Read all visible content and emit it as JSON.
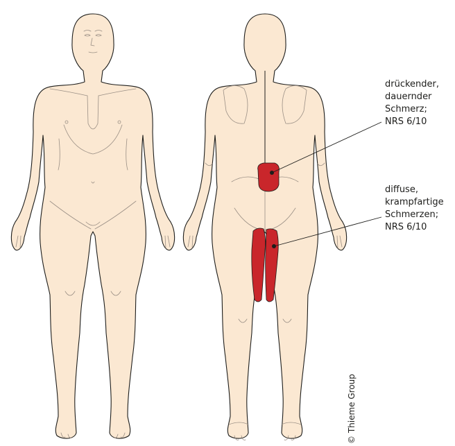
{
  "annotations": [
    {
      "lines": [
        "drückender,",
        "dauernder",
        "Schmerz;",
        "NRS 6/10"
      ]
    },
    {
      "lines": [
        "diffuse,",
        "krampfartige",
        "Schmerzen;",
        "NRS 6/10"
      ]
    }
  ],
  "copyright": "© Thieme Group",
  "colors": {
    "skin": "#fbe8d2",
    "outline": "#1d1d1b",
    "pain": "#c9262b"
  },
  "icons": [
    "body-front-figure",
    "body-back-figure"
  ]
}
